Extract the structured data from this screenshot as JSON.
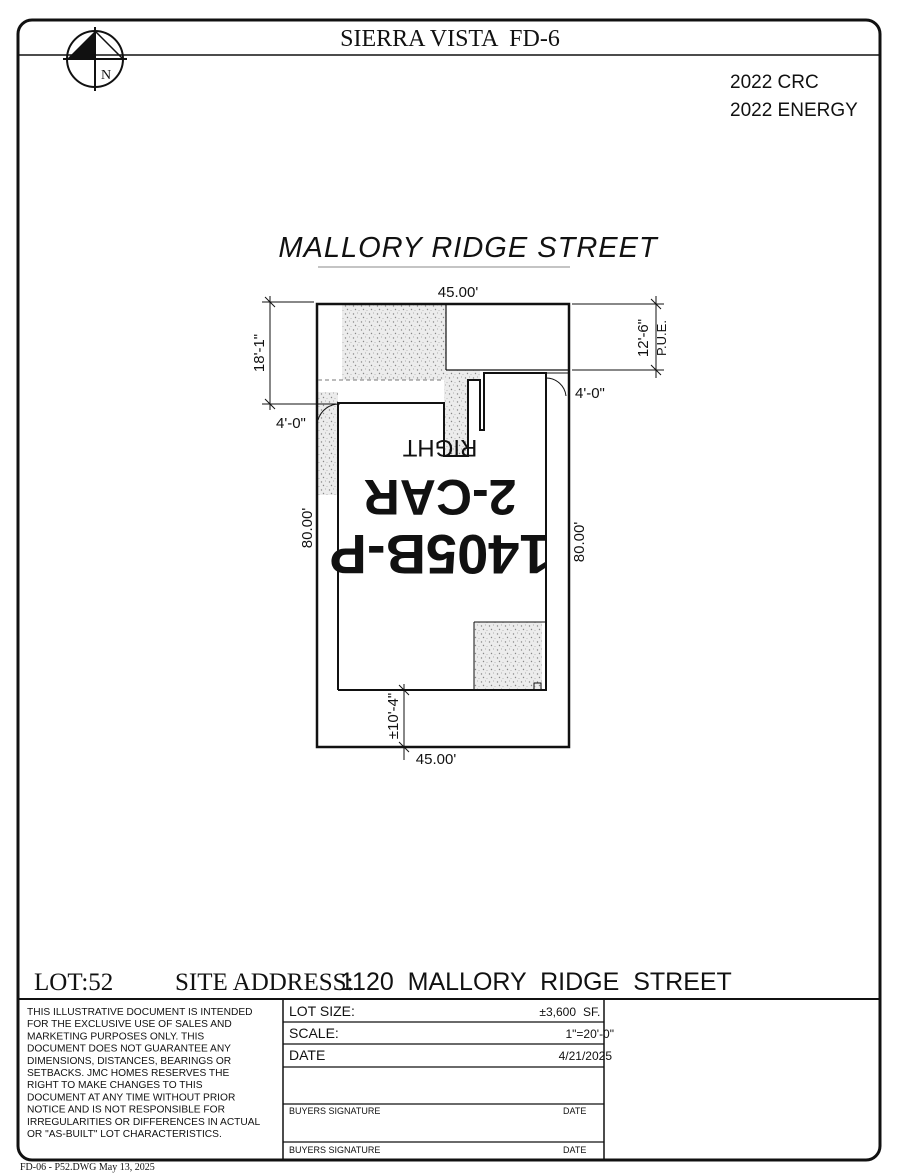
{
  "header": {
    "title": "SIERRA VISTA  FD-6",
    "code_line_1": "2022 CRC",
    "code_line_2": "2022 ENERGY",
    "north_label": "N"
  },
  "site_plan": {
    "street_name": "MALLORY RIDGE STREET",
    "dim_front_width": "45.00'",
    "dim_rear_width": "45.00'",
    "dim_left_depth": "80.00'",
    "dim_right_depth": "80.00'",
    "dim_front_setback": "18'-1\"",
    "dim_pue": "12'-6\"",
    "pue_label": "P.U.E.",
    "dim_side_setback_left": "4'-0\"",
    "dim_side_setback_right": "4'-0\"",
    "dim_rear_setback": "±10'-4\"",
    "plan_name": "1405B-P",
    "garage_label": "2-CAR",
    "orientation_label": "RIGHT"
  },
  "footer": {
    "lot_label": "LOT:52",
    "site_address_label": "SITE ADDRESS:",
    "site_address": "1120  MALLORY  RIDGE  STREET",
    "disclaimer": "THIS ILLUSTRATIVE DOCUMENT IS INTENDED FOR THE EXCLUSIVE USE OF SALES AND MARKETING PURPOSES ONLY. THIS DOCUMENT DOES NOT GUARANTEE ANY DIMENSIONS, DISTANCES, BEARINGS OR SETBACKS. JMC HOMES RESERVES THE RIGHT TO MAKE CHANGES TO THIS DOCUMENT AT ANY TIME WITHOUT PRIOR NOTICE AND IS NOT RESPONSIBLE FOR IRREGULARITIES OR DIFFERENCES IN ACTUAL OR \"AS-BUILT\" LOT CHARACTERISTICS.",
    "disclaimer_lines": [
      "THIS ILLUSTRATIVE DOCUMENT IS INTENDED",
      "FOR THE EXCLUSIVE USE OF SALES AND",
      "MARKETING PURPOSES ONLY. THIS",
      "DOCUMENT DOES NOT GUARANTEE ANY",
      "DIMENSIONS, DISTANCES, BEARINGS OR",
      "SETBACKS. JMC HOMES RESERVES THE",
      "RIGHT TO MAKE CHANGES TO THIS",
      "DOCUMENT AT ANY TIME WITHOUT PRIOR",
      "NOTICE AND IS NOT RESPONSIBLE FOR",
      "IRREGULARITIES OR DIFFERENCES IN ACTUAL",
      "OR \"AS-BUILT\" LOT CHARACTERISTICS."
    ],
    "lot_size_label": "LOT SIZE:",
    "lot_size_value": "±3,600",
    "lot_size_unit": "SF.",
    "scale_label": "SCALE:",
    "scale_value": "1\"=20'-0\"",
    "date_label": "DATE",
    "date_value": "4/21/2025",
    "buyers_signature_label_1": "BUYERS SIGNATURE",
    "date_label_1": "DATE",
    "buyers_signature_label_2": "BUYERS SIGNATURE",
    "date_label_2": "DATE",
    "file_stamp": "FD-06 - P52.DWG May 13, 2025"
  },
  "colors": {
    "line": "#111111",
    "stipple": "#d8d8d8",
    "paper": "#ffffff"
  }
}
